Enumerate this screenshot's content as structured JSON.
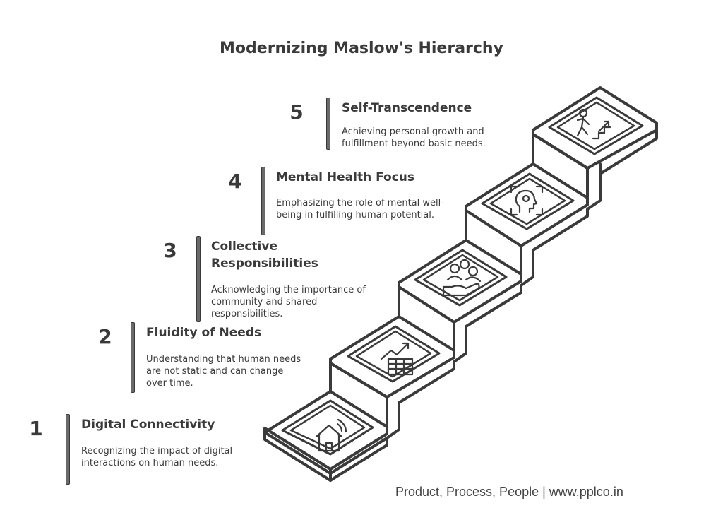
{
  "title": "Modernizing Maslow's Hierarchy",
  "steps": [
    {
      "number": "1",
      "title": "Digital Connectivity",
      "description": "Recognizing the impact of digital interactions on human needs.",
      "icon": "smart-home-icon"
    },
    {
      "number": "2",
      "title": "Fluidity of Needs",
      "description": "Understanding that human needs are not static and can change over time.",
      "icon": "growth-chart-icon"
    },
    {
      "number": "3",
      "title": "Collective Responsibilities",
      "description": "Acknowledging the importance of community and shared responsibilities.",
      "icon": "community-care-icon"
    },
    {
      "number": "4",
      "title": "Mental Health Focus",
      "description": "Emphasizing the role of mental well-being in fulfilling human potential.",
      "icon": "mind-focus-icon"
    },
    {
      "number": "5",
      "title": "Self-Transcendence",
      "description": "Achieving personal growth and fulfillment beyond basic needs.",
      "icon": "climbing-stairs-icon"
    }
  ],
  "footer": "Product, Process, People | www.pplco.in"
}
